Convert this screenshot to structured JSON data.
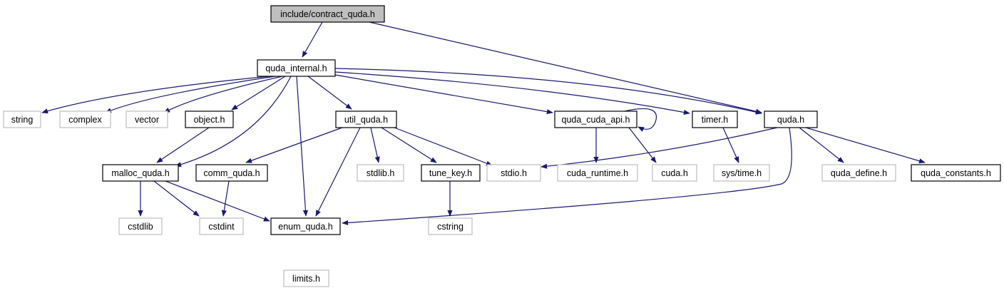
{
  "graph": {
    "nodes": {
      "contract_quda": {
        "label": "include/contract_quda.h",
        "kind": "root"
      },
      "quda_internal": {
        "label": "quda_internal.h",
        "kind": "documented"
      },
      "string": {
        "label": "string",
        "kind": "external"
      },
      "complex": {
        "label": "complex",
        "kind": "external"
      },
      "vector": {
        "label": "vector",
        "kind": "external"
      },
      "object": {
        "label": "object.h",
        "kind": "documented"
      },
      "util_quda": {
        "label": "util_quda.h",
        "kind": "documented"
      },
      "quda_cuda_api": {
        "label": "quda_cuda_api.h",
        "kind": "documented"
      },
      "timer": {
        "label": "timer.h",
        "kind": "documented"
      },
      "quda": {
        "label": "quda.h",
        "kind": "documented"
      },
      "malloc_quda": {
        "label": "malloc_quda.h",
        "kind": "documented"
      },
      "comm_quda": {
        "label": "comm_quda.h",
        "kind": "documented"
      },
      "stdlib": {
        "label": "stdlib.h",
        "kind": "external"
      },
      "tune_key": {
        "label": "tune_key.h",
        "kind": "documented"
      },
      "stdio": {
        "label": "stdio.h",
        "kind": "external"
      },
      "cuda_runtime": {
        "label": "cuda_runtime.h",
        "kind": "external"
      },
      "cuda": {
        "label": "cuda.h",
        "kind": "external"
      },
      "sys_time": {
        "label": "sys/time.h",
        "kind": "external"
      },
      "quda_define": {
        "label": "quda_define.h",
        "kind": "external"
      },
      "quda_constants": {
        "label": "quda_constants.h",
        "kind": "documented"
      },
      "cstdlib": {
        "label": "cstdlib",
        "kind": "external"
      },
      "cstdint": {
        "label": "cstdint",
        "kind": "external"
      },
      "enum_quda": {
        "label": "enum_quda.h",
        "kind": "documented"
      },
      "cstring": {
        "label": "cstring",
        "kind": "external"
      },
      "limits": {
        "label": "limits.h",
        "kind": "external"
      }
    },
    "edges": [
      [
        "contract_quda",
        "quda_internal"
      ],
      [
        "contract_quda",
        "quda"
      ],
      [
        "quda_internal",
        "string"
      ],
      [
        "quda_internal",
        "complex"
      ],
      [
        "quda_internal",
        "vector"
      ],
      [
        "quda_internal",
        "object"
      ],
      [
        "quda_internal",
        "malloc_quda"
      ],
      [
        "quda_internal",
        "enum_quda"
      ],
      [
        "quda_internal",
        "util_quda"
      ],
      [
        "quda_internal",
        "quda_cuda_api"
      ],
      [
        "quda_internal",
        "timer"
      ],
      [
        "quda_internal",
        "quda"
      ],
      [
        "object",
        "malloc_quda"
      ],
      [
        "malloc_quda",
        "cstdlib"
      ],
      [
        "malloc_quda",
        "cstdint"
      ],
      [
        "malloc_quda",
        "enum_quda"
      ],
      [
        "util_quda",
        "comm_quda"
      ],
      [
        "util_quda",
        "stdlib"
      ],
      [
        "util_quda",
        "tune_key"
      ],
      [
        "util_quda",
        "stdio"
      ],
      [
        "util_quda",
        "enum_quda"
      ],
      [
        "comm_quda",
        "cstdint"
      ],
      [
        "tune_key",
        "cstring"
      ],
      [
        "quda_cuda_api",
        "quda_cuda_api"
      ],
      [
        "quda_cuda_api",
        "cuda_runtime"
      ],
      [
        "quda_cuda_api",
        "cuda"
      ],
      [
        "timer",
        "sys_time"
      ],
      [
        "quda",
        "stdio"
      ],
      [
        "quda",
        "enum_quda"
      ],
      [
        "quda",
        "quda_define"
      ],
      [
        "quda",
        "quda_constants"
      ],
      [
        "enum_quda",
        "limits"
      ]
    ]
  },
  "colors": {
    "edge": "#191970",
    "root_fill": "#bfbfbf",
    "root_stroke": "#000000",
    "documented_stroke": "#000000",
    "external_stroke": "#bfbfbf",
    "text": "#000000"
  }
}
